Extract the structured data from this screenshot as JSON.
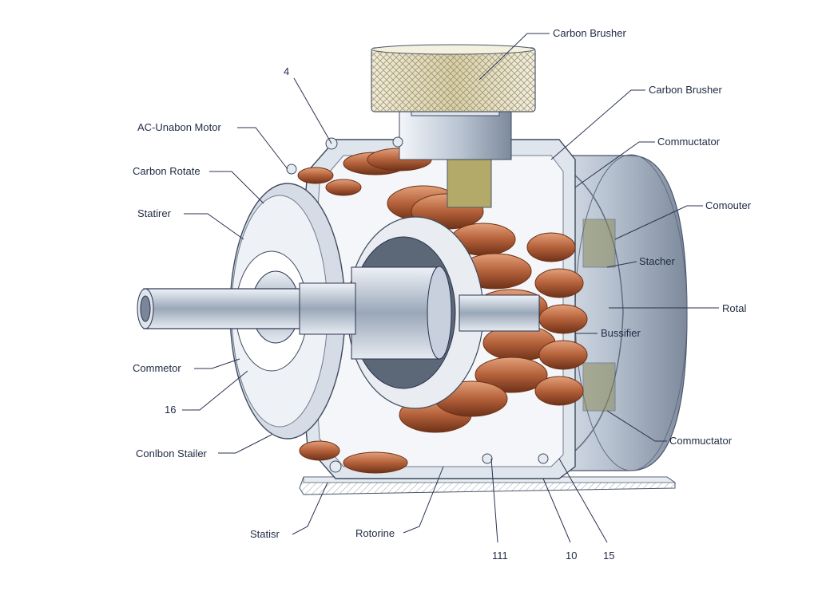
{
  "labels": {
    "carbon_brusher_top": "Carbon Brusher",
    "carbon_brusher_2": "Carbon Brusher",
    "commutator_1": "Commuctator",
    "computer": "Comouter",
    "stacher": "Stacher",
    "rotal": "Rotal",
    "bussifier": "Bussifier",
    "commutator_2": "Commuctator",
    "num_4": "4",
    "ac_unabon_motor": "AC-Unabon Motor",
    "carbon_rotate": "Carbon Rotate",
    "statirer": "Statirer",
    "commetor": "Commetor",
    "num_16": "16",
    "conlbon_stailer": "Conlbon Stailer",
    "statisr": "Statisr",
    "rotorine": "Rotorine",
    "num_111": "111",
    "num_10": "10",
    "num_15": "15"
  },
  "colors": {
    "copper": "#b4613a",
    "copper_dark": "#6e3118",
    "steel": "#c9d3df",
    "steel_dark": "#6f7c8f",
    "ink": "#1f2a44",
    "cap": "#e3dcbd"
  }
}
